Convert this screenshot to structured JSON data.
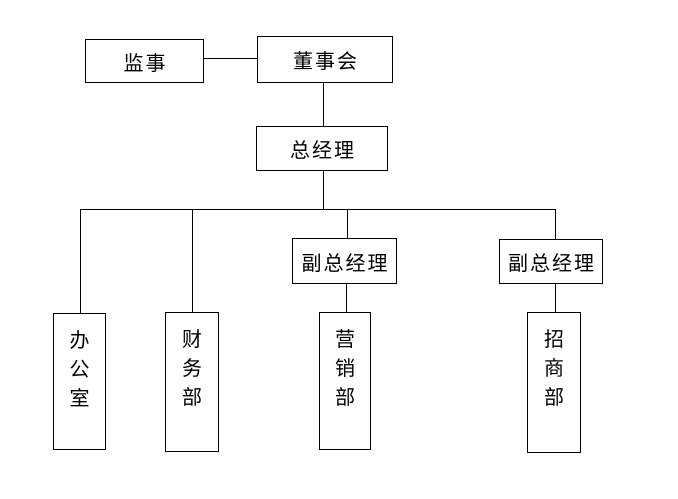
{
  "org_chart": {
    "nodes": {
      "supervisor": {
        "label": "监事"
      },
      "board": {
        "label": "董事会"
      },
      "general_manager": {
        "label": "总经理"
      },
      "deputy_gm_left": {
        "label": "副总经理"
      },
      "deputy_gm_right": {
        "label": "副总经理"
      },
      "office": {
        "label": "办\n公\n室"
      },
      "finance_dept": {
        "label": "财\n务\n部"
      },
      "marketing_dept": {
        "label": "营\n销\n部"
      },
      "investment_dept": {
        "label": "招\n商\n部"
      }
    },
    "colors": {
      "background": "#ffffff",
      "line": "#000000",
      "text": "#000000"
    }
  }
}
